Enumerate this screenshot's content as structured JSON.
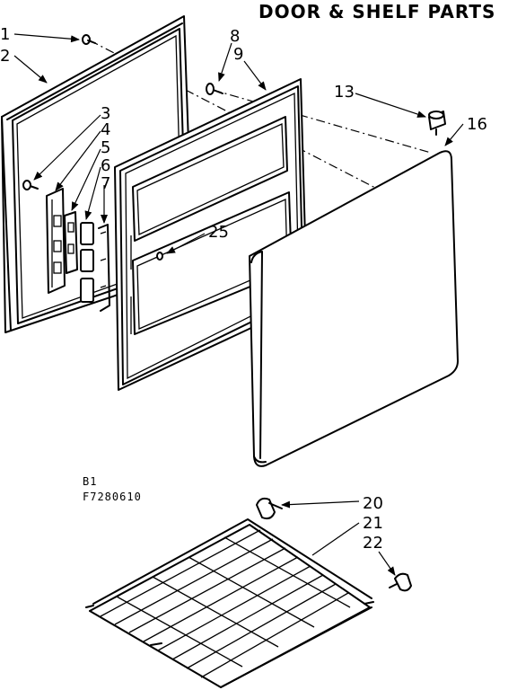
{
  "title": "DOOR & SHELF PARTS",
  "model_code_line1": "B1",
  "model_code_line2": "F7280610",
  "callouts": {
    "c1": "1",
    "c2": "2",
    "c3": "3",
    "c4": "4",
    "c5": "5",
    "c6": "6",
    "c7": "7",
    "c8": "8",
    "c9": "9",
    "c13": "13",
    "c16": "16",
    "c25": "25",
    "c20": "20",
    "c21": "21",
    "c22": "22"
  }
}
